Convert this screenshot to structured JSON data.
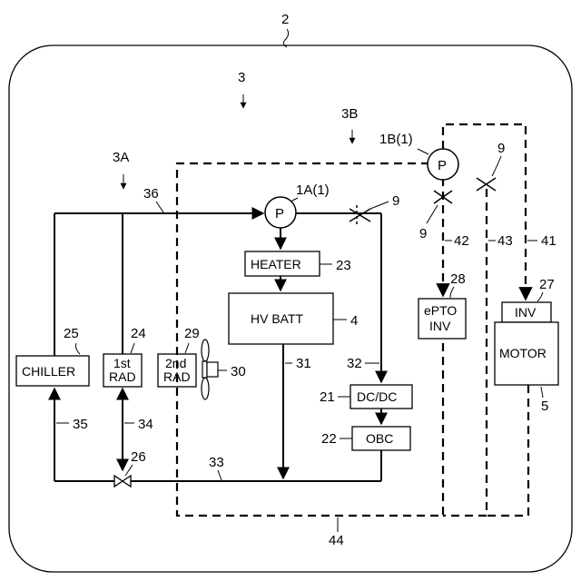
{
  "refs": {
    "vehicle": "2",
    "system": "3",
    "circuit_a": "3A",
    "circuit_b": "3B",
    "pump_a": "1A(1)",
    "pump_b": "1B(1)",
    "pump_symbol": "P",
    "switch_9": "9",
    "line_36": "36",
    "line_31": "31",
    "line_32": "32",
    "line_33": "33",
    "line_34": "34",
    "line_35": "35",
    "line_41": "41",
    "line_42": "42",
    "line_43": "43",
    "line_44": "44",
    "ref_4": "4",
    "ref_5": "5",
    "ref_21": "21",
    "ref_22": "22",
    "ref_23": "23",
    "ref_24": "24",
    "ref_25": "25",
    "ref_26": "26",
    "ref_27": "27",
    "ref_28": "28",
    "ref_29": "29",
    "ref_30": "30"
  },
  "components": {
    "heater": "HEATER",
    "hv_batt": "HV BATT",
    "chiller": "CHILLER",
    "rad1_line1": "1st",
    "rad1_line2": "RAD",
    "rad2_line1": "2nd",
    "rad2_line2": "RAD",
    "dcdc": "DC/DC",
    "obc": "OBC",
    "epto_line1": "ePTO",
    "epto_line2": "INV",
    "inv": "INV",
    "motor": "MOTOR"
  }
}
